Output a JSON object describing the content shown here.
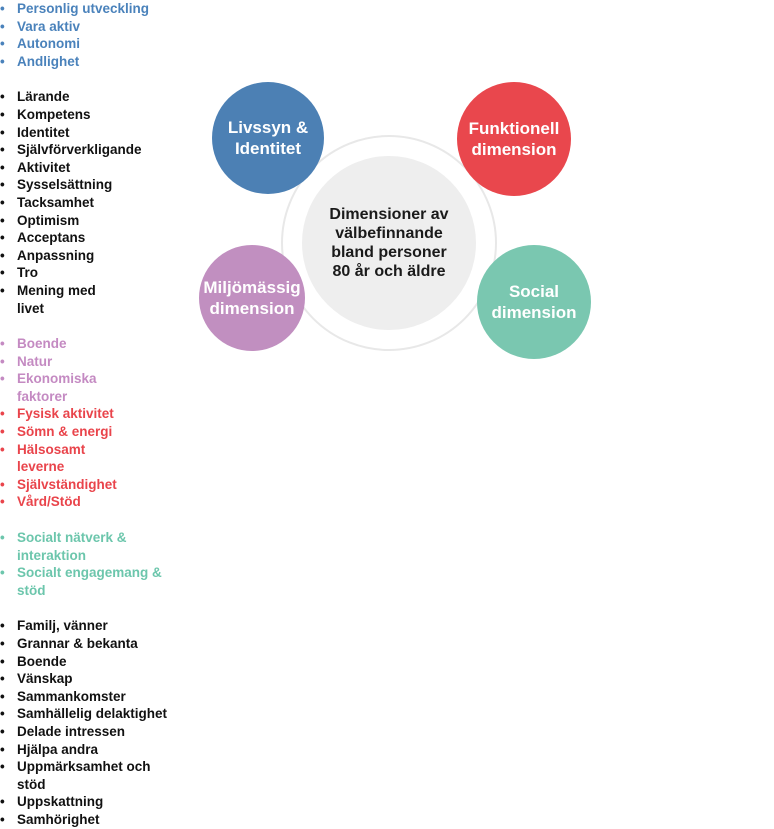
{
  "center": {
    "lines": [
      "Dimensioner av",
      "välbefinnande",
      "bland personer",
      "80 år och äldre"
    ]
  },
  "dimensions": {
    "livssyn": [
      "Livssyn &",
      "Identitet"
    ],
    "funktionell": [
      "Funktionell",
      "dimension"
    ],
    "miljo": [
      "Miljömässig",
      "dimension"
    ],
    "social": [
      "Social",
      "dimension"
    ]
  },
  "left": {
    "blue": [
      "Personlig utveckling",
      "Vara aktiv",
      "Autonomi",
      "Andlighet"
    ],
    "black": [
      "Lärande",
      "Kompetens",
      "Identitet",
      "Självförverkligande",
      "Aktivitet",
      "Sysselsättning",
      "Tacksamhet",
      "Optimism",
      "Acceptans",
      "Anpassning",
      "Tro",
      "Mening med livet"
    ],
    "purple": [
      "Boende",
      "Natur",
      "Ekonomiska faktorer"
    ]
  },
  "right": {
    "red": [
      "Fysisk aktivitet",
      "Sömn & energi",
      "Hälsosamt leverne",
      "Självständighet",
      "Vård/Stöd"
    ],
    "teal": [
      "Socialt nätverk & interaktion",
      "Socialt engagemang & stöd"
    ],
    "black": [
      "Familj, vänner",
      "Grannar & bekanta",
      "Boende",
      "Vänskap",
      "Sammankomster",
      "Samhällelig delaktighet",
      "Delade intressen",
      "Hjälpa andra",
      "Uppmärksamhet och stöd",
      "Uppskattning",
      "Samhörighet"
    ]
  },
  "colors": {
    "blue": "#4c80b4",
    "red": "#e9474d",
    "purple": "#c18fc0",
    "teal": "#7ac7b0",
    "center": "#eeeeee"
  }
}
